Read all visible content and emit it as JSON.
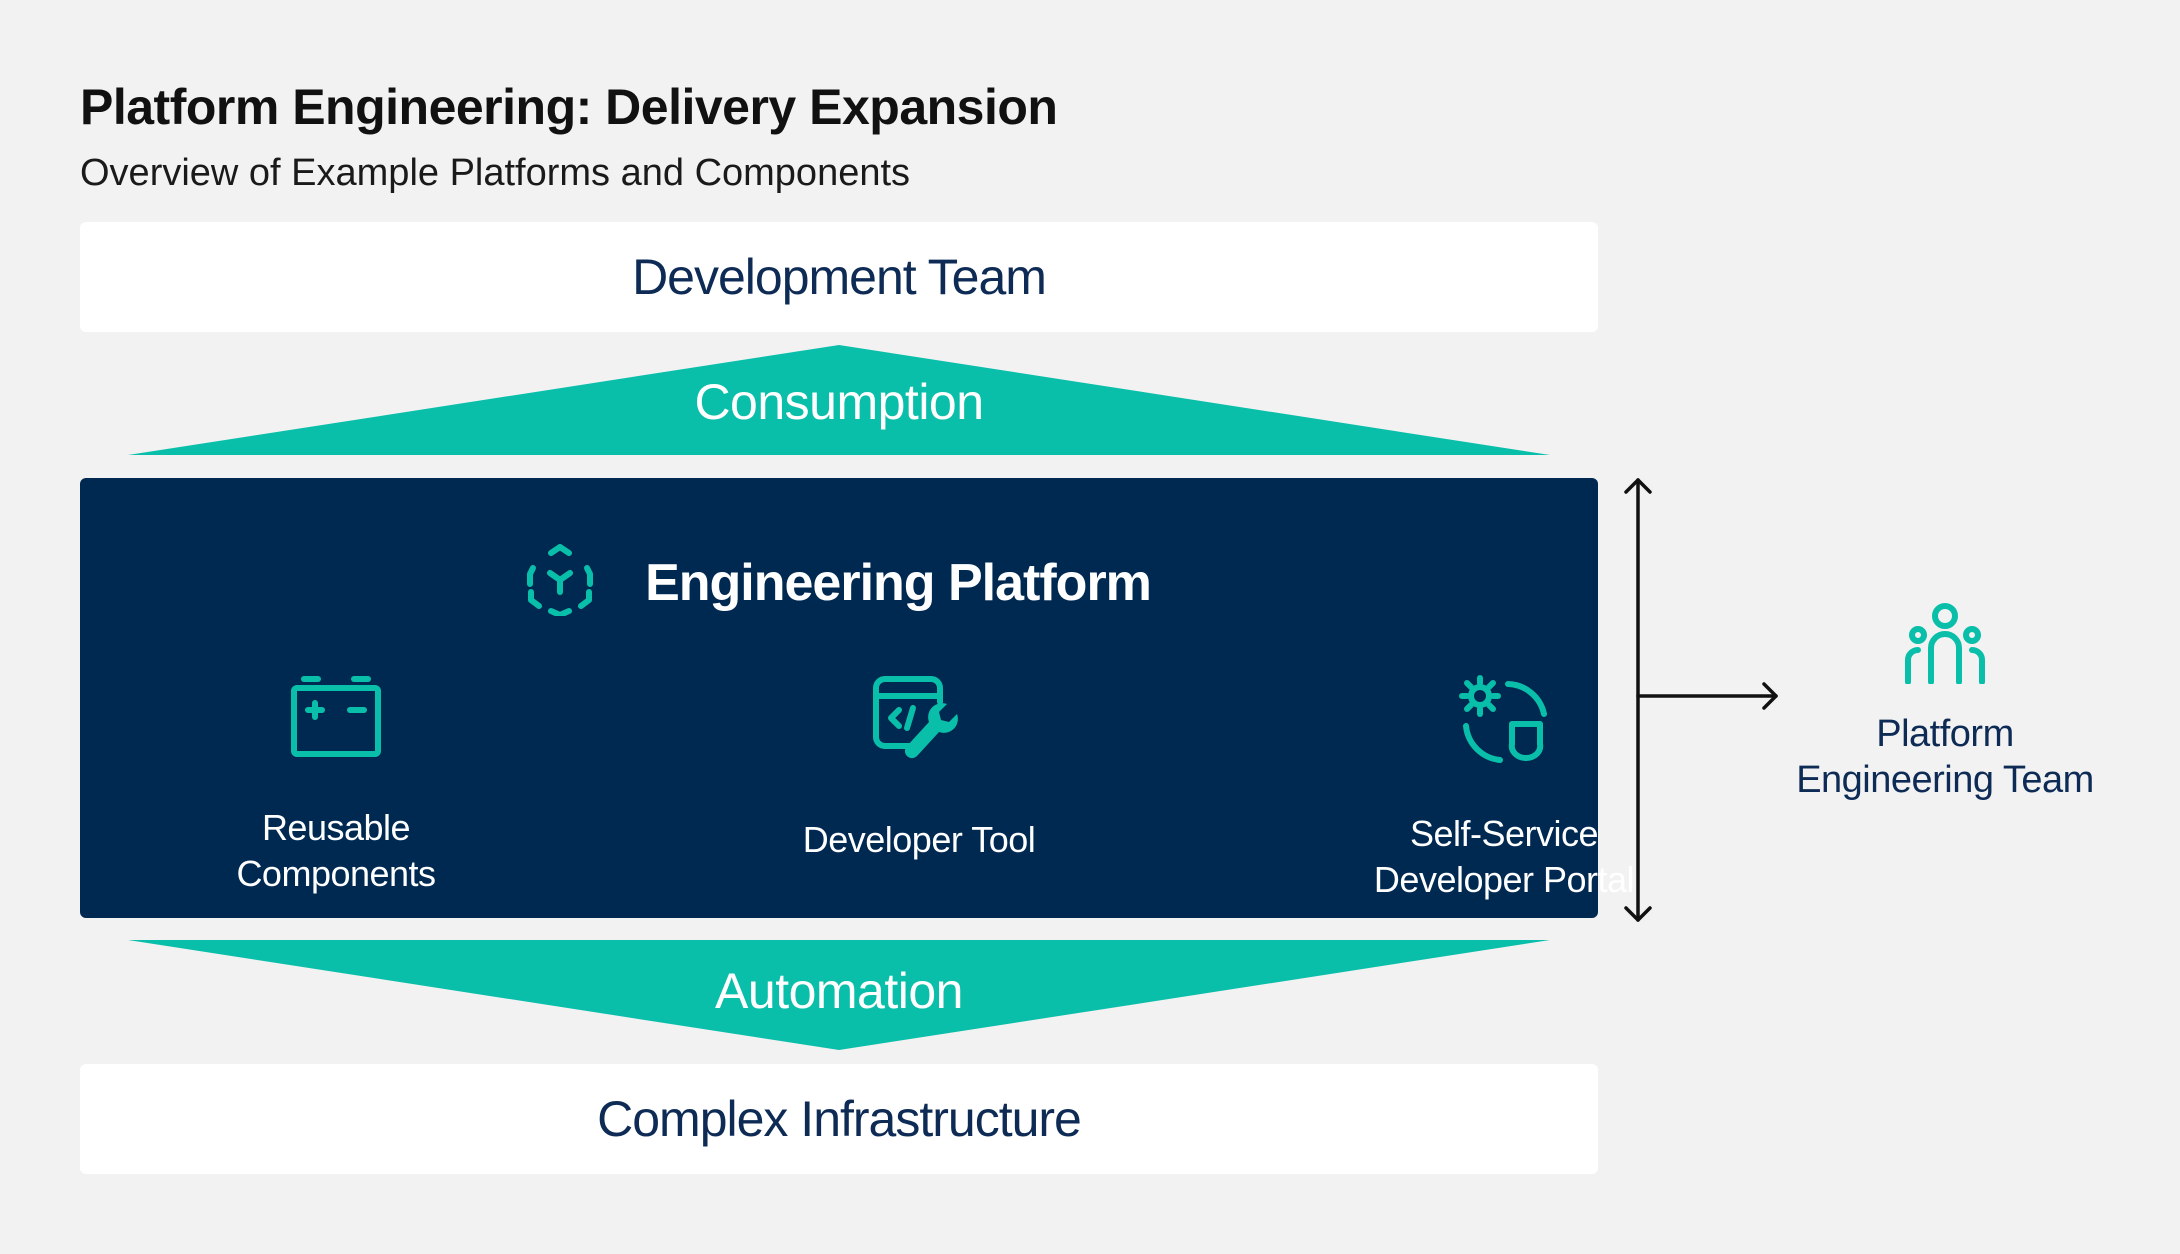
{
  "header": {
    "title": "Platform Engineering: Delivery Expansion",
    "subtitle": "Overview of Example Platforms and Components"
  },
  "layers": {
    "top": "Development Team",
    "consumption": "Consumption",
    "platform": {
      "title": "Engineering Platform",
      "icon": "cube-network-icon",
      "components": [
        {
          "label_line1": "Reusable",
          "label_line2": "Components",
          "icon": "battery-icon"
        },
        {
          "label_line1": "Developer Tool",
          "label_line2": "",
          "icon": "code-wrench-icon"
        },
        {
          "label_line1": "Self-Service",
          "label_line2": "Developer Portal",
          "icon": "gear-shield-cycle-icon"
        }
      ]
    },
    "automation": "Automation",
    "bottom": "Complex Infrastructure"
  },
  "side": {
    "team_line1": "Platform",
    "team_line2": "Engineering Team",
    "icon": "team-icon"
  },
  "colors": {
    "background": "#f2f2f2",
    "navy": "#002952",
    "teal": "#0abfaa",
    "text_navy": "#0d2b55"
  }
}
